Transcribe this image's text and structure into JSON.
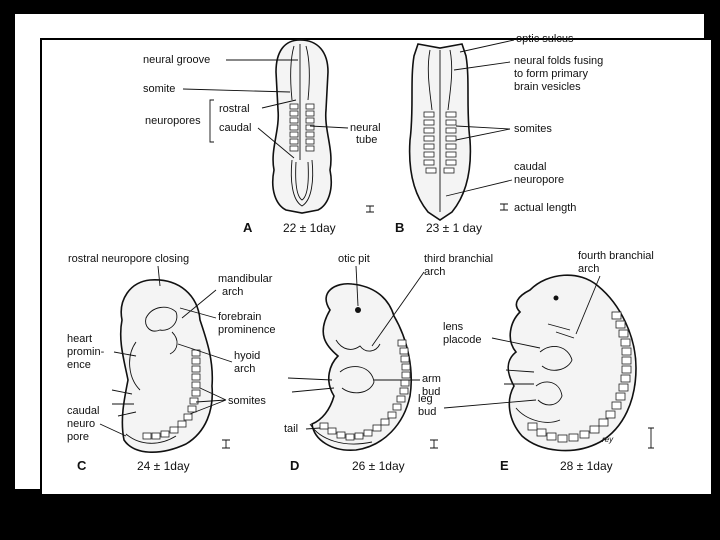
{
  "panels": {
    "a": {
      "letter": "A",
      "age": "22 ± 1day",
      "labels": {
        "neural_groove": "neural groove",
        "somite": "somite",
        "rostral": "rostral",
        "neuropores": "neuropores",
        "caudal": "caudal",
        "neural": "neural",
        "tube": "tube"
      }
    },
    "b": {
      "letter": "B",
      "age": "23 ± 1 day",
      "labels": {
        "optic_sulcus": "optic sulcus",
        "folds1": "neural folds fusing",
        "folds2": "to form primary",
        "folds3": "brain vesicles",
        "somites": "somites",
        "caudal": "caudal",
        "neuropore": "neuropore",
        "actual_length": "actual length"
      }
    },
    "c": {
      "letter": "C",
      "age": "24 ± 1day",
      "labels": {
        "rostral_closing": "rostral neuropore closing",
        "mandibular": "mandibular",
        "arch": "arch",
        "forebrain": "forebrain",
        "prominence": "prominence",
        "heart1": "heart",
        "heart2": "promin-",
        "heart3": "ence",
        "hyoid": "hyoid",
        "hyoid_arch": "arch",
        "somites": "somites",
        "caudal1": "caudal",
        "caudal2": "neuro",
        "caudal3": "pore"
      }
    },
    "d": {
      "letter": "D",
      "age": "26 ± 1day",
      "labels": {
        "otic_pit": "otic pit",
        "third1": "third branchial",
        "third2": "arch",
        "arm1": "arm",
        "arm2": "bud",
        "tail": "tail"
      }
    },
    "e": {
      "letter": "E",
      "age": "28 ± 1day",
      "labels": {
        "fourth1": "fourth branchial",
        "fourth2": "arch",
        "lens1": "lens",
        "lens2": "placode",
        "leg1": "leg",
        "leg2": "bud",
        "artist": "rey"
      }
    }
  }
}
